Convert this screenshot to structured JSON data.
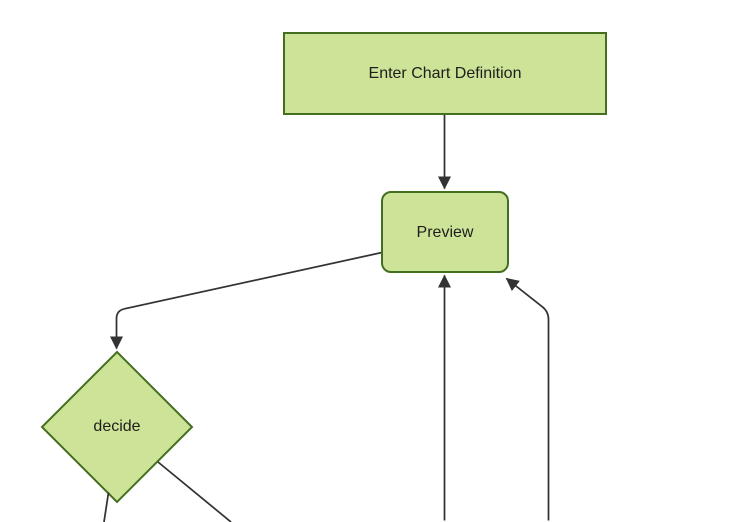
{
  "diagram": {
    "type": "flowchart",
    "direction": "top-down",
    "colors": {
      "background": "#ffffff",
      "node_fill": "#cde498",
      "node_border": "#456f20",
      "edge": "#333333",
      "label": "#1e1e1e"
    },
    "nodes": [
      {
        "id": "enter-chart-definition",
        "label": "Enter Chart Definition",
        "shape": "rectangle"
      },
      {
        "id": "preview",
        "label": "Preview",
        "shape": "rounded-rectangle"
      },
      {
        "id": "decide",
        "label": "decide",
        "shape": "diamond"
      }
    ],
    "edges": [
      {
        "from": "enter-chart-definition",
        "to": "preview",
        "arrow": true
      },
      {
        "from": "preview",
        "to": "decide",
        "arrow": true
      },
      {
        "from": "offscreen-bottom",
        "to": "preview",
        "arrow": true
      },
      {
        "from": "offscreen-bottom-right",
        "to": "preview",
        "arrow": true
      },
      {
        "from": "decide",
        "to": "offscreen-bottom-left",
        "arrow": false
      },
      {
        "from": "decide",
        "to": "offscreen-bottom-right",
        "arrow": false
      }
    ]
  }
}
